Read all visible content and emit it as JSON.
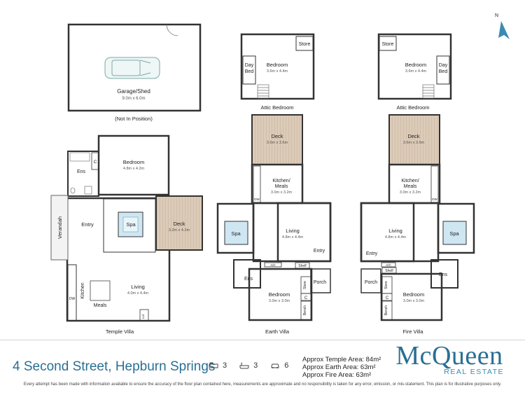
{
  "villas": {
    "temple": "Temple Villa",
    "earth": "Earth Villa",
    "fire": "Fire Villa"
  },
  "garage": {
    "label": "Garage/Shed",
    "dim": "9.0m x 6.0m",
    "note": "(Not In Position)"
  },
  "attic": {
    "title": "Attic Bedroom",
    "bedroom": "Bedroom",
    "bedroom_dim": "3.6m x 4.4m",
    "store": "Store",
    "day": "Day",
    "bed": "Bed"
  },
  "temple_rooms": {
    "bedroom": "Bedroom",
    "bedroom_dim": "4.8m x 4.2m",
    "ens": "Ens",
    "c": "C",
    "spa": "Spa",
    "deck": "Deck",
    "deck_dim": "3.2m x 4.2m",
    "entry": "Entry",
    "verandah": "Verandah",
    "kitchen": "Kitchen",
    "dw": "DW",
    "meals": "Meals",
    "living": "Living",
    "living_dim": "4.0m x 4.4m",
    "lot": "Lot"
  },
  "villa_rooms": {
    "deck": "Deck",
    "deck_dim": "3.6m x 3.6m",
    "kitchen": "Kitchen/",
    "meals": "Meals",
    "kitchen_dim": "3.0m x 3.2m",
    "dw": "DW",
    "spa": "Spa",
    "living": "Living",
    "living_dim": "4.8m x 4.4m",
    "entry": "Entry",
    "ens": "Ens",
    "ac": "A/C",
    "shelf": "Shelf",
    "bedroom": "Bedroom",
    "bedroom_dim": "3.0m x 3.0m",
    "store": "Store",
    "c": "C",
    "bench": "Bench",
    "porch": "Porch"
  },
  "compass": "N",
  "footer": {
    "address": "4 Second Street, Hepburn Springs",
    "beds": "3",
    "baths": "3",
    "cars": "6",
    "area_temple": "Approx Temple Area: 84m²",
    "area_earth": "Approx Earth Area: 63m²",
    "area_fire": "Approx Fire Area: 63m²",
    "logo_main": "McQueen",
    "logo_sub": "REAL ESTATE",
    "disclaimer": "Every attempt has been made with information available to ensure the accuracy of the floor plan contained here, measurements are approximate and no responsibility is taken for any error, omission, or mis-statement. This plan is for illustrative purposes only."
  },
  "colors": {
    "deck": "#d8c7b4",
    "spa": "#cfe6f3",
    "accent": "#2a6f93",
    "wall": "#333333"
  }
}
